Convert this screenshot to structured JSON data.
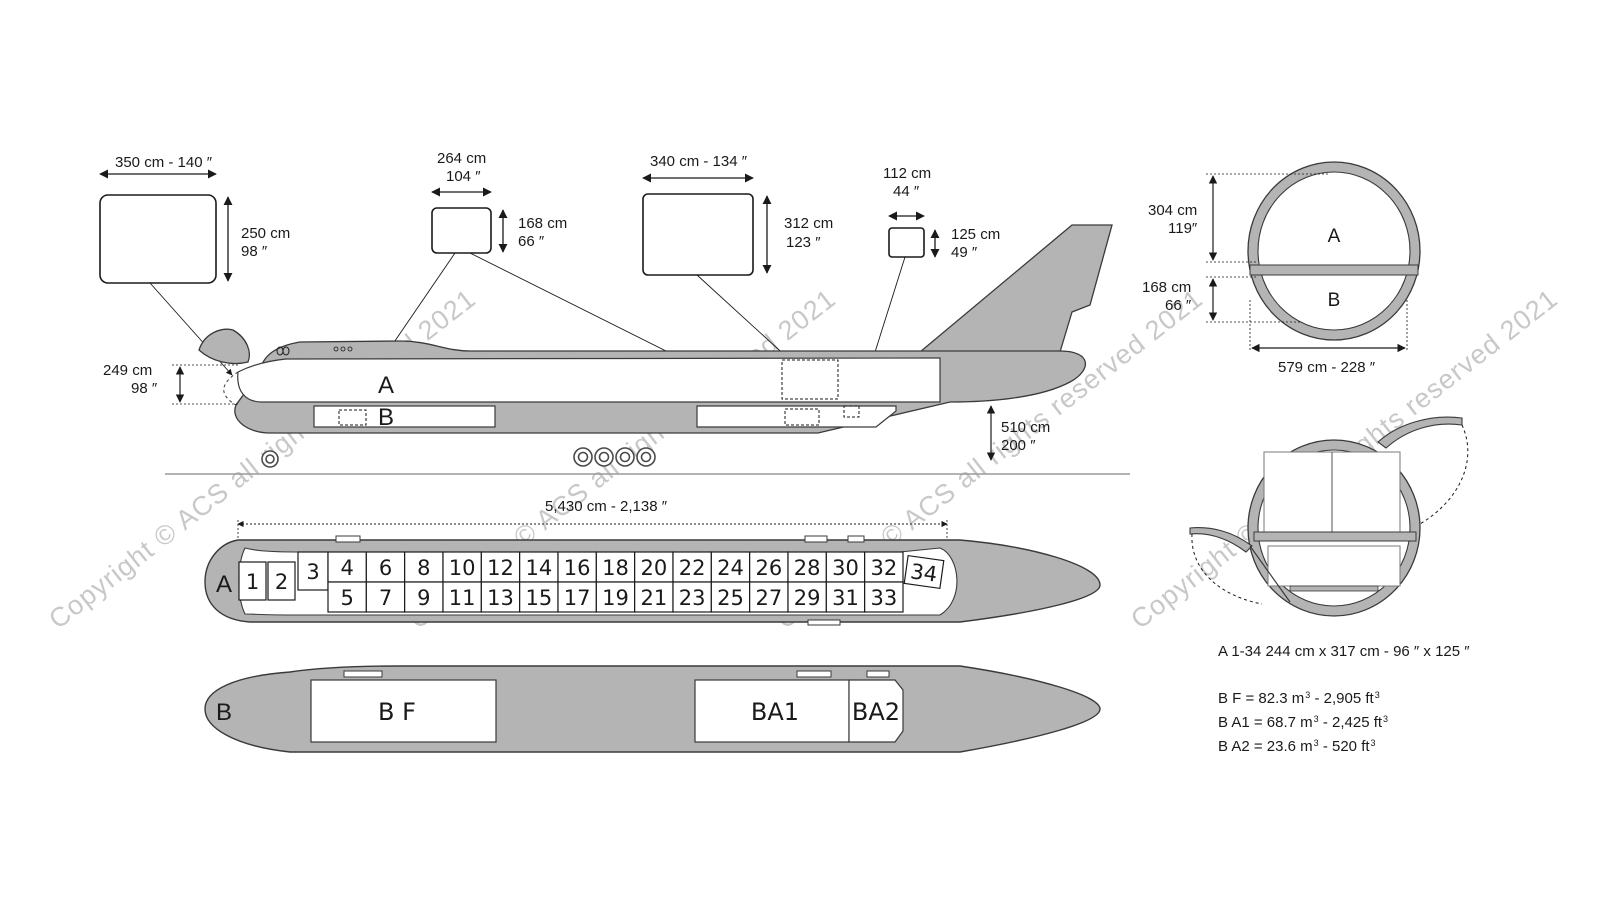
{
  "colors": {
    "fuselage": "#b4b4b4",
    "outline": "#3a3a3a",
    "watermark": "#c8c8c8",
    "text": "#1a1a1a"
  },
  "door_sizes": {
    "nose": {
      "width": "350 cm - 140 ″",
      "height_cm": "250 cm",
      "height_in": "98 ″"
    },
    "side_lower_fwd": {
      "width_cm": "264 cm",
      "width_in": "104 ″",
      "height_cm": "168 cm",
      "height_in": "66 ″"
    },
    "side_main": {
      "width": "340 cm - 134 ″",
      "height_cm": "312 cm",
      "height_in": "123 ″"
    },
    "bulk": {
      "width_cm": "112 cm",
      "width_in": "44 ″",
      "height_cm": "125 cm",
      "height_in": "49 ″"
    }
  },
  "side_view": {
    "nose_height_cm": "249 cm",
    "nose_height_in": "98 ″",
    "ground_height_cm": "510 cm",
    "ground_height_in": "200 ″",
    "deck_main": "A",
    "deck_lower": "B"
  },
  "fuselage_length": "5,430 cm - 2,138 ″",
  "main_deck": {
    "label": "A",
    "single_positions": [
      "1",
      "2",
      "3"
    ],
    "upper_row": [
      "4",
      "6",
      "8",
      "10",
      "12",
      "14",
      "16",
      "18",
      "20",
      "22",
      "24",
      "26",
      "28",
      "30",
      "32"
    ],
    "lower_row": [
      "5",
      "7",
      "9",
      "11",
      "13",
      "15",
      "17",
      "19",
      "21",
      "23",
      "25",
      "27",
      "29",
      "31",
      "33"
    ],
    "tail_position": "34"
  },
  "lower_deck": {
    "label": "B",
    "compartments": [
      "B F",
      "BA1",
      "BA2"
    ]
  },
  "cross_section": {
    "upper_label": "A",
    "lower_label": "B",
    "upper_height_cm": "304 cm",
    "upper_height_in": "119″",
    "lower_height_cm": "168 cm",
    "lower_height_in": "66 ″",
    "width": "579 cm - 228 ″"
  },
  "specs": {
    "main_deck": "A 1-34  244 cm x 317 cm - 96 ″ x 125 ″",
    "volumes": [
      {
        "label": "B F = 82.3 m",
        "exp1": "3",
        "mid": " - 2,905 ft",
        "exp2": "3"
      },
      {
        "label": "B A1 =  68.7 m",
        "exp1": "3",
        "mid": " - 2,425 ft",
        "exp2": "3"
      },
      {
        "label": "B A2 =  23.6 m",
        "exp1": "3",
        "mid": " - 520 ft",
        "exp2": "3"
      }
    ]
  },
  "watermark": "Copyright © ACS all rights reserved 2021"
}
